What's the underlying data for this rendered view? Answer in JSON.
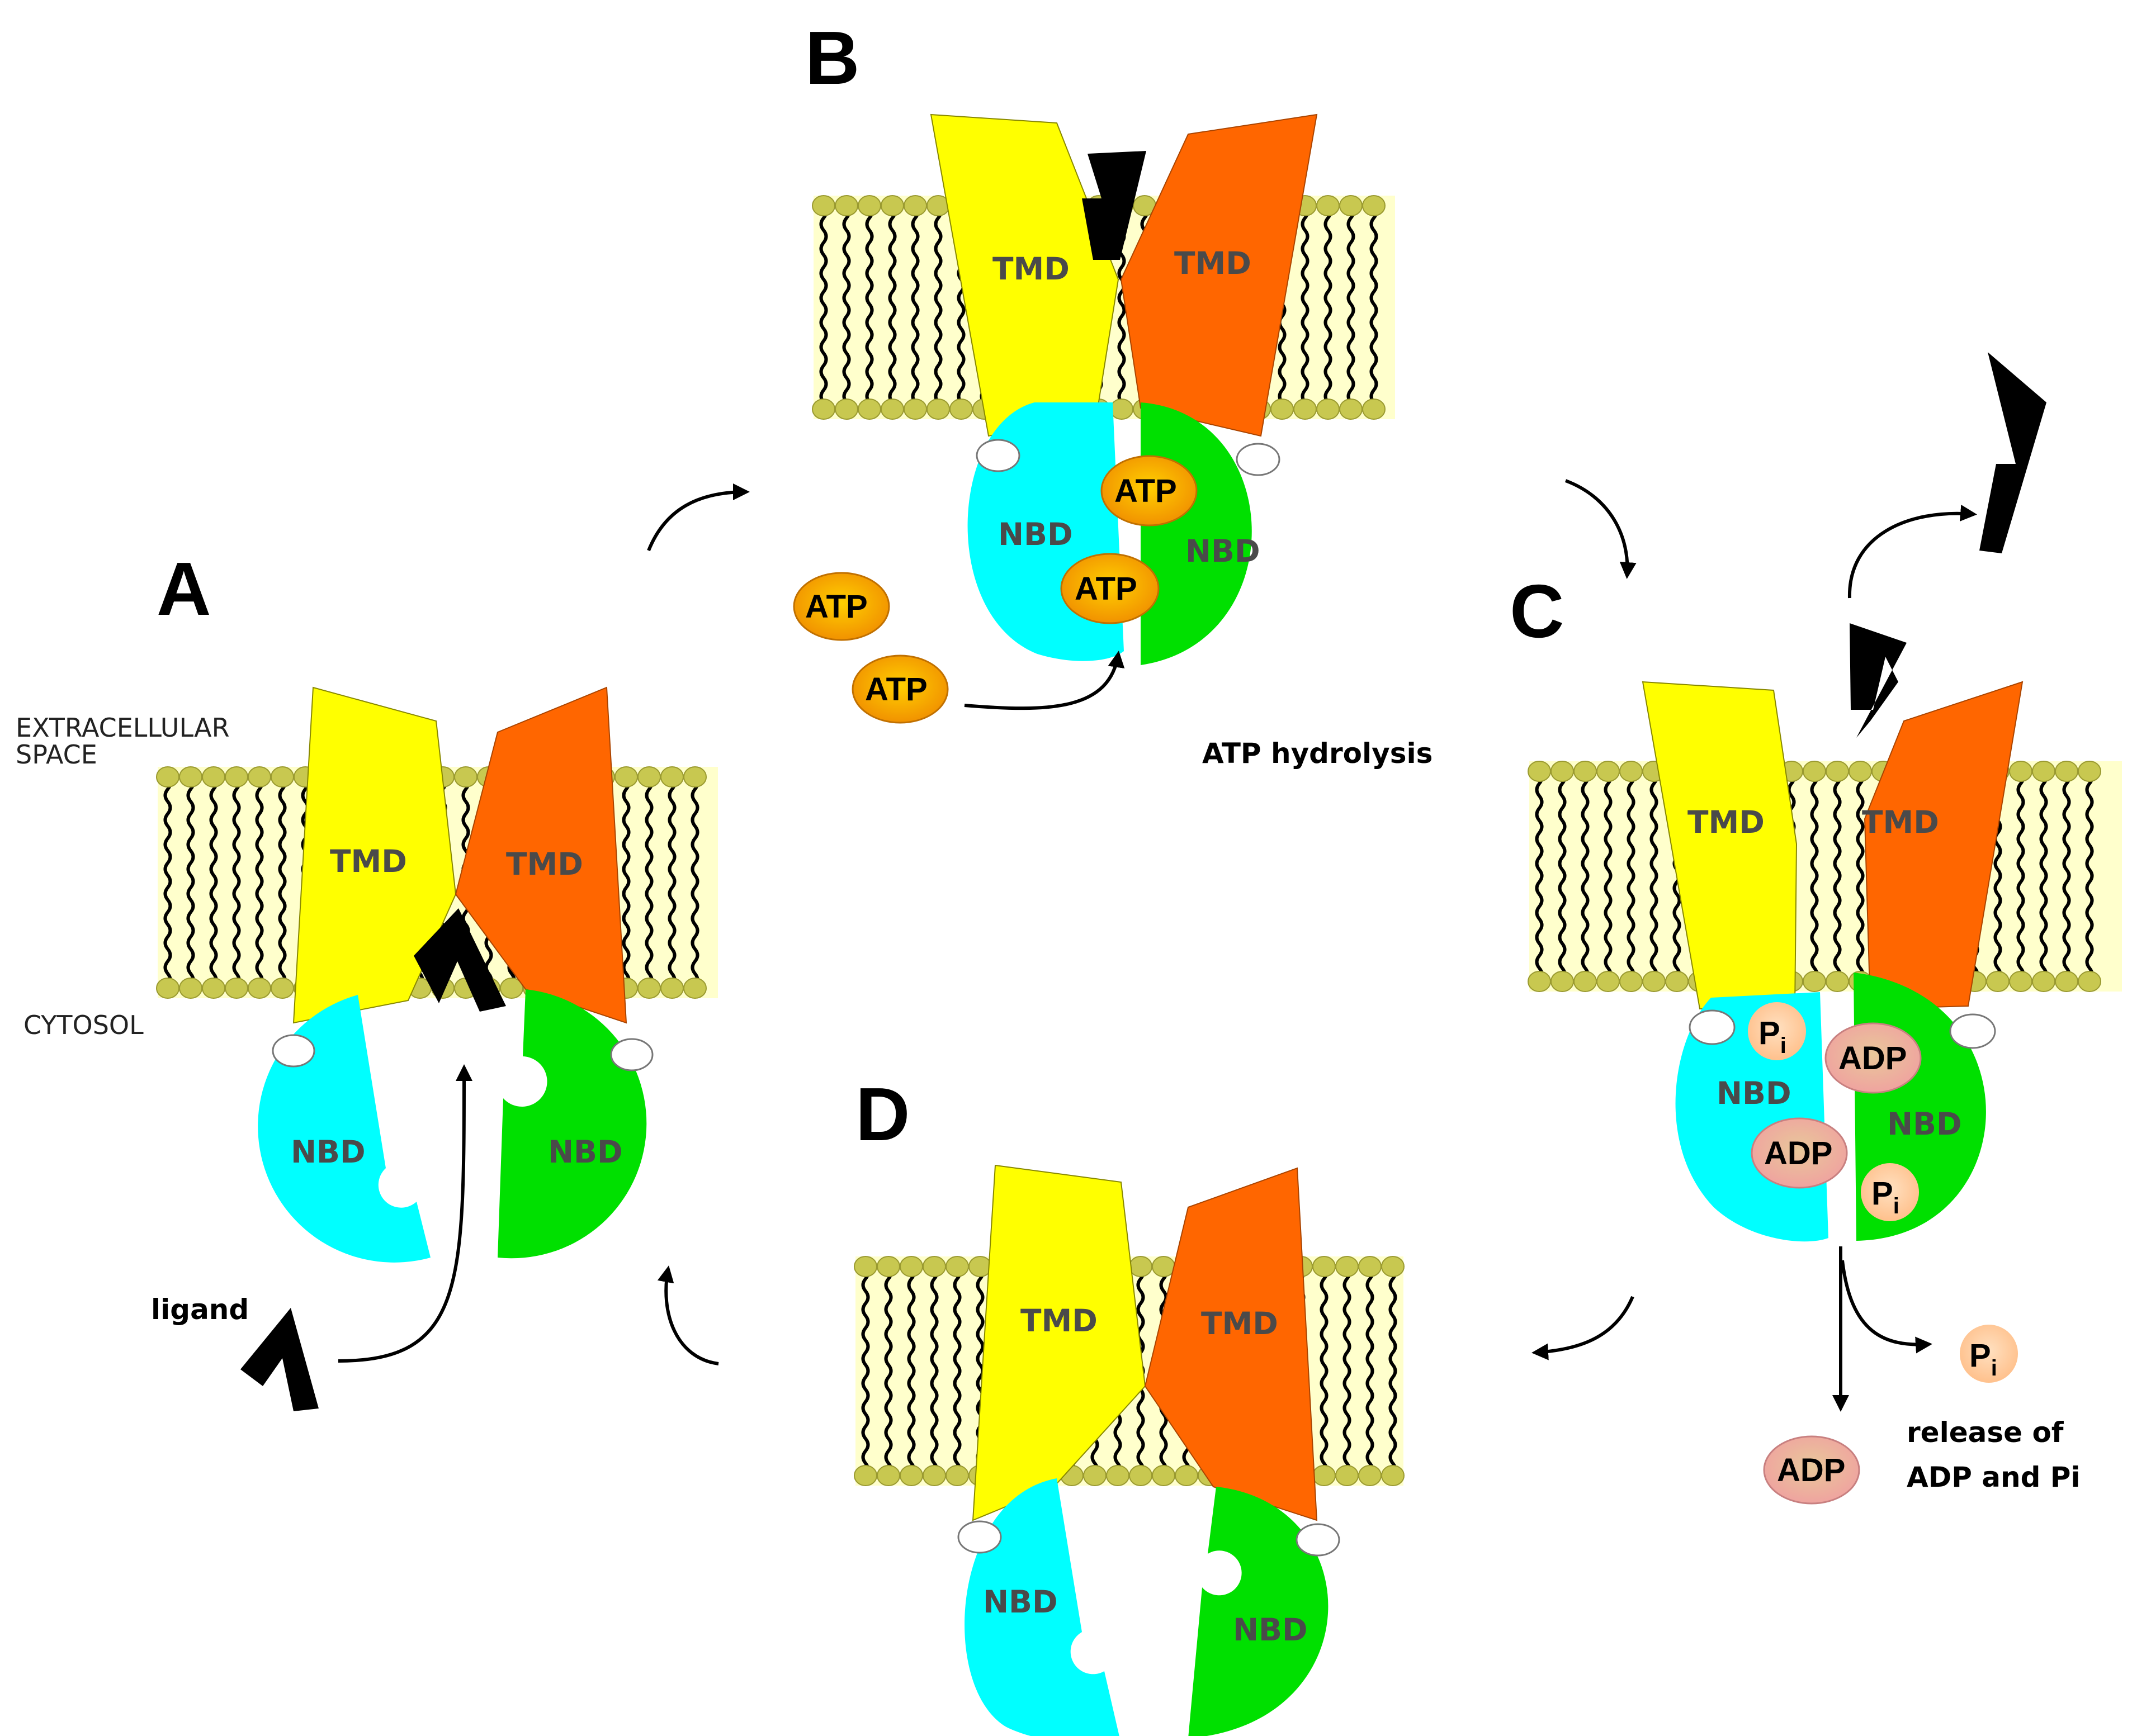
{
  "panels": [
    {
      "letter": "A"
    },
    {
      "letter": "B"
    },
    {
      "letter": "C"
    },
    {
      "letter": "D"
    }
  ],
  "labels": {
    "tmd": "TMD",
    "nbd": "NBD",
    "atp": "ATP",
    "adp": "ADP",
    "pi_main": "P",
    "pi_sub": "i",
    "extracellular_line1": "EXTRACELLULAR",
    "extracellular_line2": "SPACE",
    "cytosol": "CYTOSOL",
    "ligand": "ligand",
    "atp_hydrolysis": "ATP hydrolysis",
    "release_line1": "release of",
    "release_line2": "ADP and Pi"
  },
  "colors": {
    "tmd_left": "#ffff00",
    "tmd_right": "#ff6600",
    "nbd_left": "#00ffff",
    "nbd_right": "#00e000",
    "membrane_fill": "#ffffcc",
    "lipid_head": "#c8c850",
    "atp": "#f5a000",
    "adp": "#e8b8a0",
    "pi": "#ffcc99",
    "ligand": "#000000"
  },
  "icons": [
    "ligand-chevron-icon",
    "cycle-arrow-icon",
    "atp-molecule-icon",
    "adp-molecule-icon",
    "phosphate-icon"
  ]
}
